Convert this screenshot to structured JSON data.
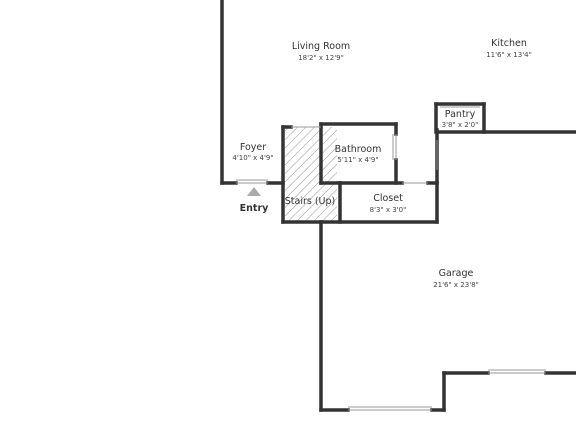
{
  "rooms": {
    "living_room": {
      "name": "Living Room",
      "dims": "18'2\" x 12'9\""
    },
    "kitchen": {
      "name": "Kitchen",
      "dims": "11'6\" x 13'4\""
    },
    "pantry": {
      "name": "Pantry",
      "dims": "3'8\" x 2'0\""
    },
    "foyer": {
      "name": "Foyer",
      "dims": "4'10\" x 4'9\""
    },
    "bathroom": {
      "name": "Bathroom",
      "dims": "5'11\" x 4'9\""
    },
    "stairs": {
      "name": "Stairs (Up)"
    },
    "closet": {
      "name": "Closet",
      "dims": "8'3\" x 3'0\""
    },
    "garage": {
      "name": "Garage",
      "dims": "21'6\" x 23'8\""
    }
  },
  "entry": {
    "label": "Entry"
  },
  "colors": {
    "wall": "#333333",
    "background": "#ffffff",
    "arrow": "#aaaaaa"
  }
}
